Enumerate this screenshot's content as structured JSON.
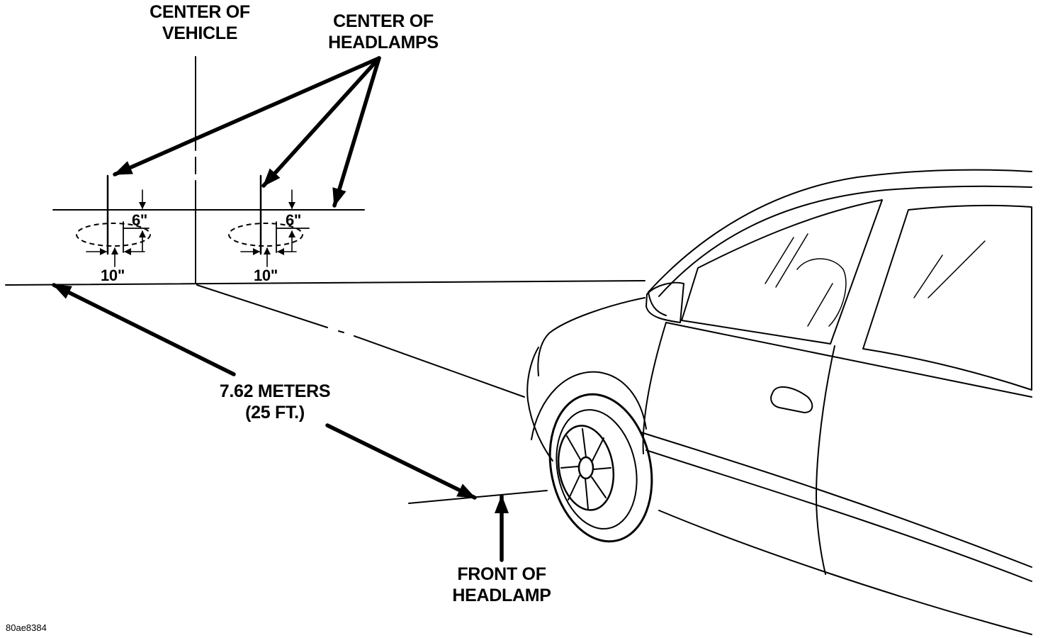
{
  "labels": {
    "center_of_vehicle": [
      "CENTER OF",
      "VEHICLE"
    ],
    "center_of_headlamps": [
      "CENTER OF",
      "HEADLAMPS"
    ],
    "distance": [
      "7.62 METERS",
      "(25 FT.)"
    ],
    "front_of_headlamp": [
      "FRONT OF",
      "HEADLAMP"
    ],
    "left_vertical_offset": "6\"",
    "right_vertical_offset": "6\"",
    "left_horizontal_offset": "10\"",
    "right_horizontal_offset": "10\"",
    "figure_id": "80ae8384"
  }
}
